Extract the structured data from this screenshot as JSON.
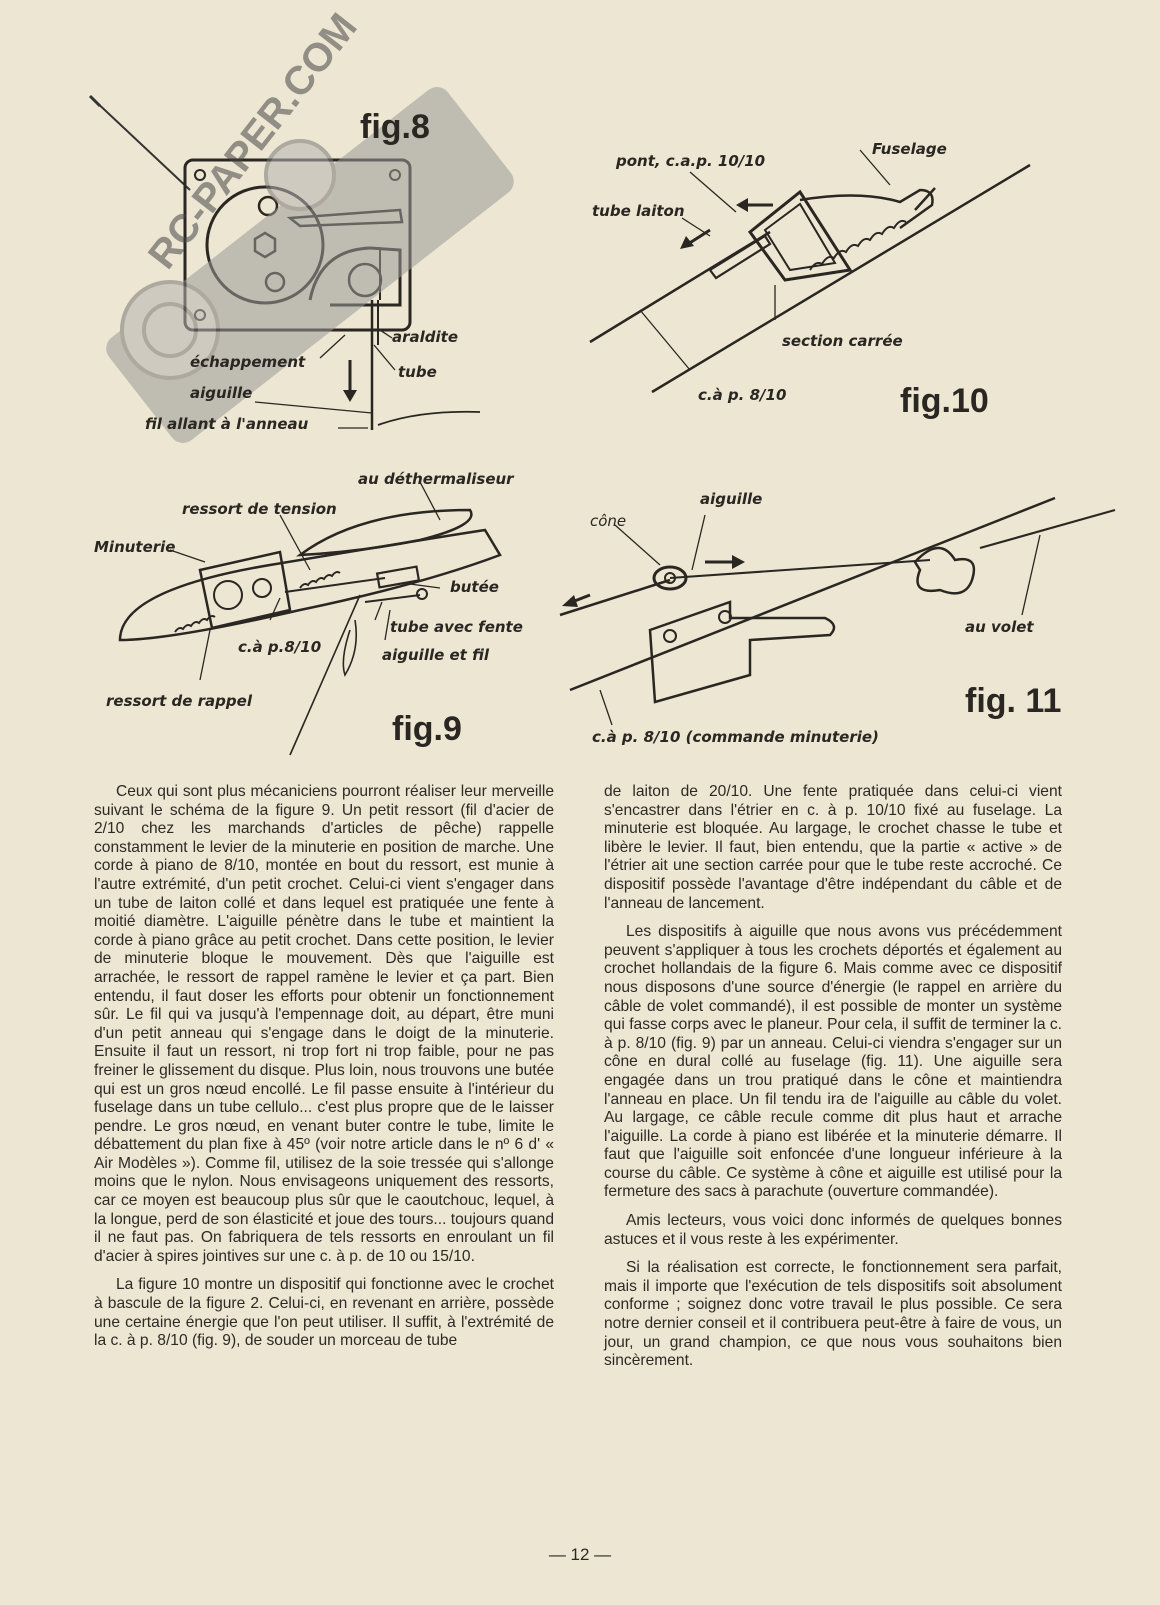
{
  "watermark": {
    "text": "RC-PAPER.COM"
  },
  "fig8": {
    "title": "fig.8",
    "labels": {
      "araldite": "araldite",
      "tube": "tube",
      "echappement": "échappement",
      "aiguille": "aiguille",
      "fil": "fil allant à l'anneau"
    }
  },
  "fig9": {
    "title": "fig.9",
    "labels": {
      "dethermaliseur": "au déthermaliseur",
      "ressort_tension": "ressort de tension",
      "minuterie": "Minuterie",
      "butee": "butée",
      "tube_fente": "tube avec fente",
      "cap": "c.à p.8/10",
      "aiguille_fil": "aiguille et fil",
      "ressort_rappel": "ressort de rappel"
    }
  },
  "fig10": {
    "title": "fig.10",
    "labels": {
      "fuselage": "Fuselage",
      "pont": "pont, c.a.p. 10/10",
      "tube_laiton": "tube laiton",
      "section_carree": "section carrée",
      "cap": "c.à p. 8/10"
    }
  },
  "fig11": {
    "title": "fig. 11",
    "labels": {
      "aiguille": "aiguille",
      "cone": "cône",
      "volet": "au volet",
      "cap": "c.à p. 8/10 (commande minuterie)"
    }
  },
  "left_column": [
    "Ceux qui sont plus mécaniciens pourront réaliser leur merveille suivant le schéma de la figure 9. Un petit ressort (fil d'acier de 2/10 chez les marchands d'articles de pêche) rappelle constamment le levier de la minuterie en position de marche. Une corde à piano de 8/10, montée en bout du ressort, est munie à l'autre extrémité, d'un petit crochet. Celui-ci vient s'engager dans un tube de laiton collé et dans lequel est pratiquée une fente à moitié diamètre. L'aiguille pénètre dans le tube et maintient la corde à piano grâce au petit crochet. Dans cette position, le levier de minuterie bloque le mouvement. Dès que l'aiguille est arrachée, le ressort de rappel ramène le levier et ça part. Bien entendu, il faut doser les efforts pour obtenir un fonctionnement sûr. Le fil qui va jusqu'à l'empennage doit, au départ, être muni d'un petit anneau qui s'engage dans le doigt de la minuterie. Ensuite il faut un ressort, ni trop fort ni trop faible, pour ne pas freiner le glissement du disque. Plus loin, nous trouvons une butée qui est un gros nœud encollé. Le fil passe ensuite à l'intérieur du fuselage dans un tube cellulo... c'est plus propre que de le laisser pendre. Le gros nœud, en venant buter contre le tube, limite le débattement du plan fixe à 45º (voir notre article dans le nº 6 d' « Air Modèles »). Comme fil, utilisez de la soie tressée qui s'allonge moins que le nylon. Nous envisageons uniquement des ressorts, car ce moyen est beaucoup plus sûr que le caoutchouc, lequel, à la longue, perd de son élasticité et joue des tours... toujours quand il ne faut pas. On fabriquera de tels ressorts en enroulant un fil d'acier à spires jointives sur une c. à p. de 10 ou 15/10.",
    "La figure 10 montre un dispositif qui fonctionne avec le crochet à bascule de la figure 2. Celui-ci, en revenant en arrière, possède une certaine énergie que l'on peut utiliser. Il suffit, à l'extrémité de la c. à p. 8/10 (fig. 9), de souder un morceau de tube"
  ],
  "right_column": [
    "de laiton de 20/10. Une fente pratiquée dans celui-ci vient s'encastrer dans l'étrier en c. à p. 10/10 fixé au fuselage. La minuterie est bloquée. Au largage, le crochet chasse le tube et libère le levier. Il faut, bien entendu, que la partie « active » de l'étrier ait une section carrée pour que le tube reste accroché. Ce dispositif possède l'avantage d'être indépendant du câble et de l'anneau de lancement.",
    "Les dispositifs à aiguille que nous avons vus précédemment peuvent s'appliquer à tous les crochets déportés et également au crochet hollandais de la figure 6. Mais comme avec ce dispositif nous disposons d'une source d'énergie (le rappel en arrière du câble de volet commandé), il est possible de monter un système qui fasse corps avec le planeur. Pour cela, il suffit de terminer la c. à p. 8/10 (fig. 9) par un anneau. Celui-ci viendra s'engager sur un cône en dural collé au fuselage (fig. 11). Une aiguille sera engagée dans un trou pratiqué dans le cône et maintiendra l'anneau en place. Un fil tendu ira de l'aiguille au câble du volet. Au largage, ce câble recule comme dit plus haut et arrache l'aiguille. La corde à piano est libérée et la minuterie démarre. Il faut que l'aiguille soit enfoncée d'une longueur inférieure à la course du câble. Ce système à cône et aiguille est utilisé pour la fermeture des sacs à parachute (ouverture commandée).",
    "Amis lecteurs, vous voici donc informés de quelques bonnes astuces et il vous reste à les expérimenter.",
    "Si la réalisation est correcte, le fonctionnement sera parfait, mais il importe que l'exécution de tels dispositifs soit absolument conforme ; soignez donc votre travail le plus possible. Ce sera notre dernier conseil et il contribuera peut-être à faire de vous, un jour, un grand champion, ce que nous vous souhaitons bien sincèrement."
  ],
  "folio": "— 12 —"
}
